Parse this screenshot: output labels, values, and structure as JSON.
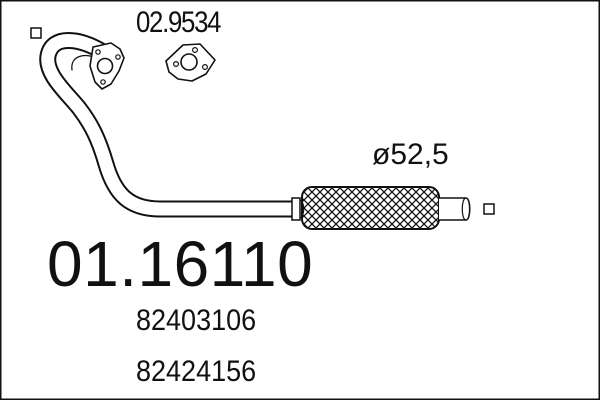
{
  "part": {
    "article_number": "01.16110",
    "diameter": "ø52,5",
    "gasket_code": "02.9534",
    "oem_numbers": [
      "82403106",
      "82424156"
    ]
  },
  "colors": {
    "line": "#111111",
    "background": "#ffffff"
  },
  "icons": {
    "end_marker": "square-marker-icon",
    "gasket": "triangular-gasket-icon",
    "mesh": "braided-flex-section"
  }
}
